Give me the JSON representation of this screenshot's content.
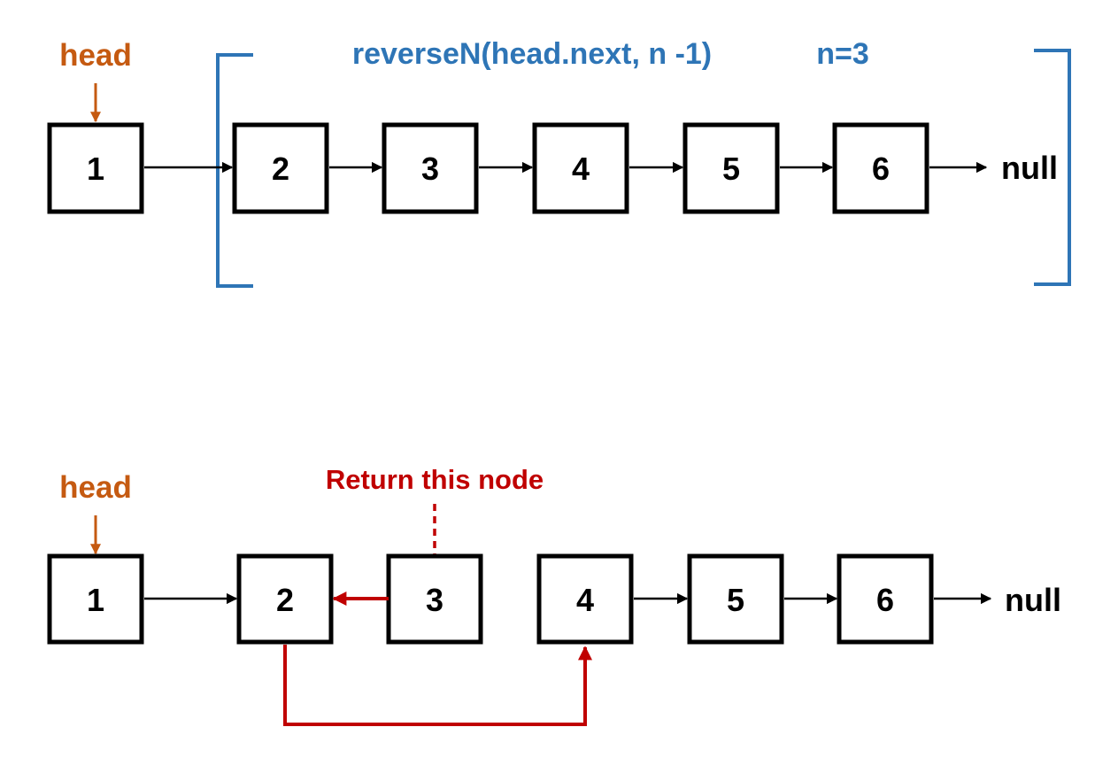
{
  "colors": {
    "node_border": "#000000",
    "arrow": "#000000",
    "head": "#c55a11",
    "recursion": "#2e75b6",
    "highlight": "#c00000"
  },
  "top": {
    "head_label": "head",
    "call_label": "reverseN(head.next, n -1)",
    "n_label": "n=3",
    "nodes": [
      "1",
      "2",
      "3",
      "4",
      "5",
      "6"
    ],
    "null_label": "null"
  },
  "bottom": {
    "head_label": "head",
    "return_label": "Return this node",
    "nodes": [
      "1",
      "2",
      "3",
      "4",
      "5",
      "6"
    ],
    "null_label": "null"
  }
}
